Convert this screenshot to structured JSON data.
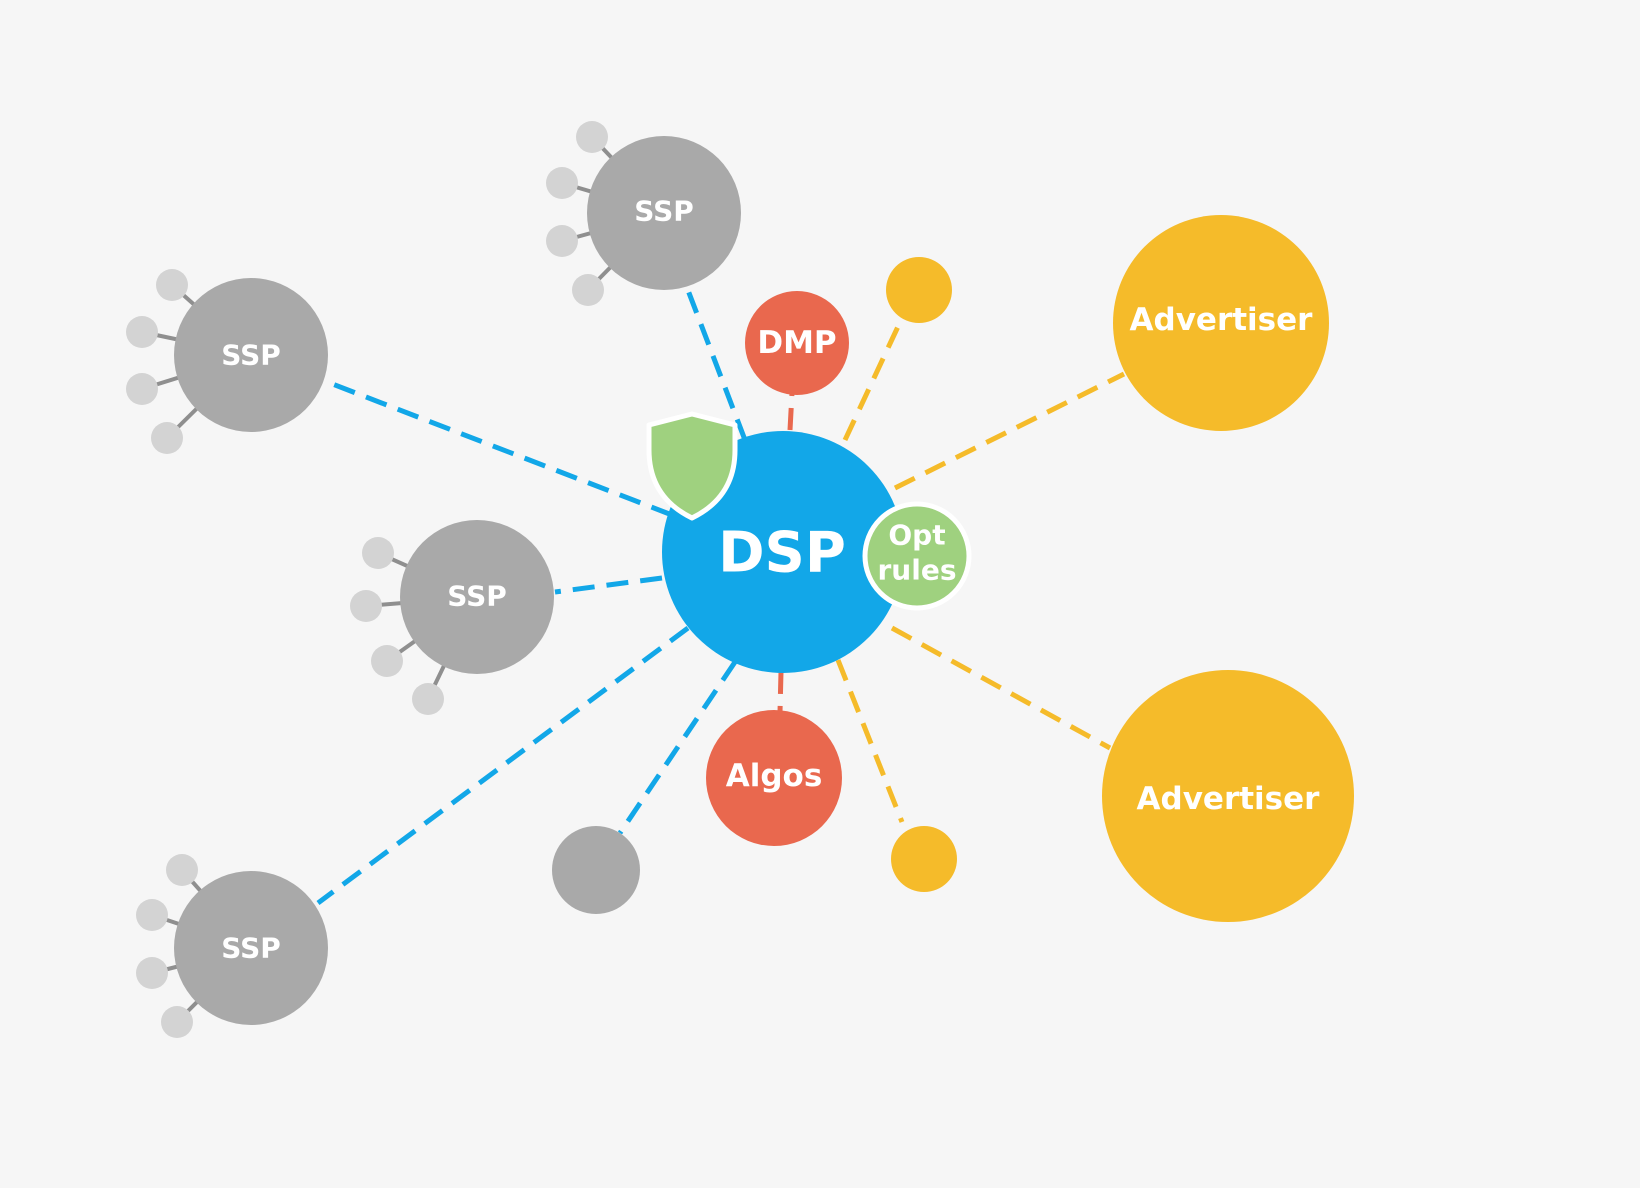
{
  "colors": {
    "background": "#f6f6f6",
    "dsp": "#12a7e8",
    "ssp": "#a9a9a9",
    "ssp_satellite": "#d3d3d3",
    "ssp_spoke": "#8f8f8f",
    "dmp": "#e9684e",
    "algos": "#e9684e",
    "advertiser": "#f5bb2a",
    "opt_rules": "#9fd17f",
    "shield": "#9fd17f",
    "link_blue": "#12a7e8",
    "link_red": "#e9684e",
    "link_yellow": "#f5bb2a"
  },
  "nodes": {
    "dsp": {
      "label": "DSP"
    },
    "ssp": [
      {
        "label": "SSP"
      },
      {
        "label": "SSP"
      },
      {
        "label": "SSP"
      },
      {
        "label": "SSP"
      }
    ],
    "dmp": {
      "label": "DMP"
    },
    "algos": {
      "label": "Algos"
    },
    "opt_rules": {
      "label_line1": "Opt",
      "label_line2": "rules"
    },
    "advertisers": [
      {
        "label": "Advertiser"
      },
      {
        "label": "Advertiser"
      }
    ]
  },
  "icons": {
    "shield": "shield-icon"
  }
}
